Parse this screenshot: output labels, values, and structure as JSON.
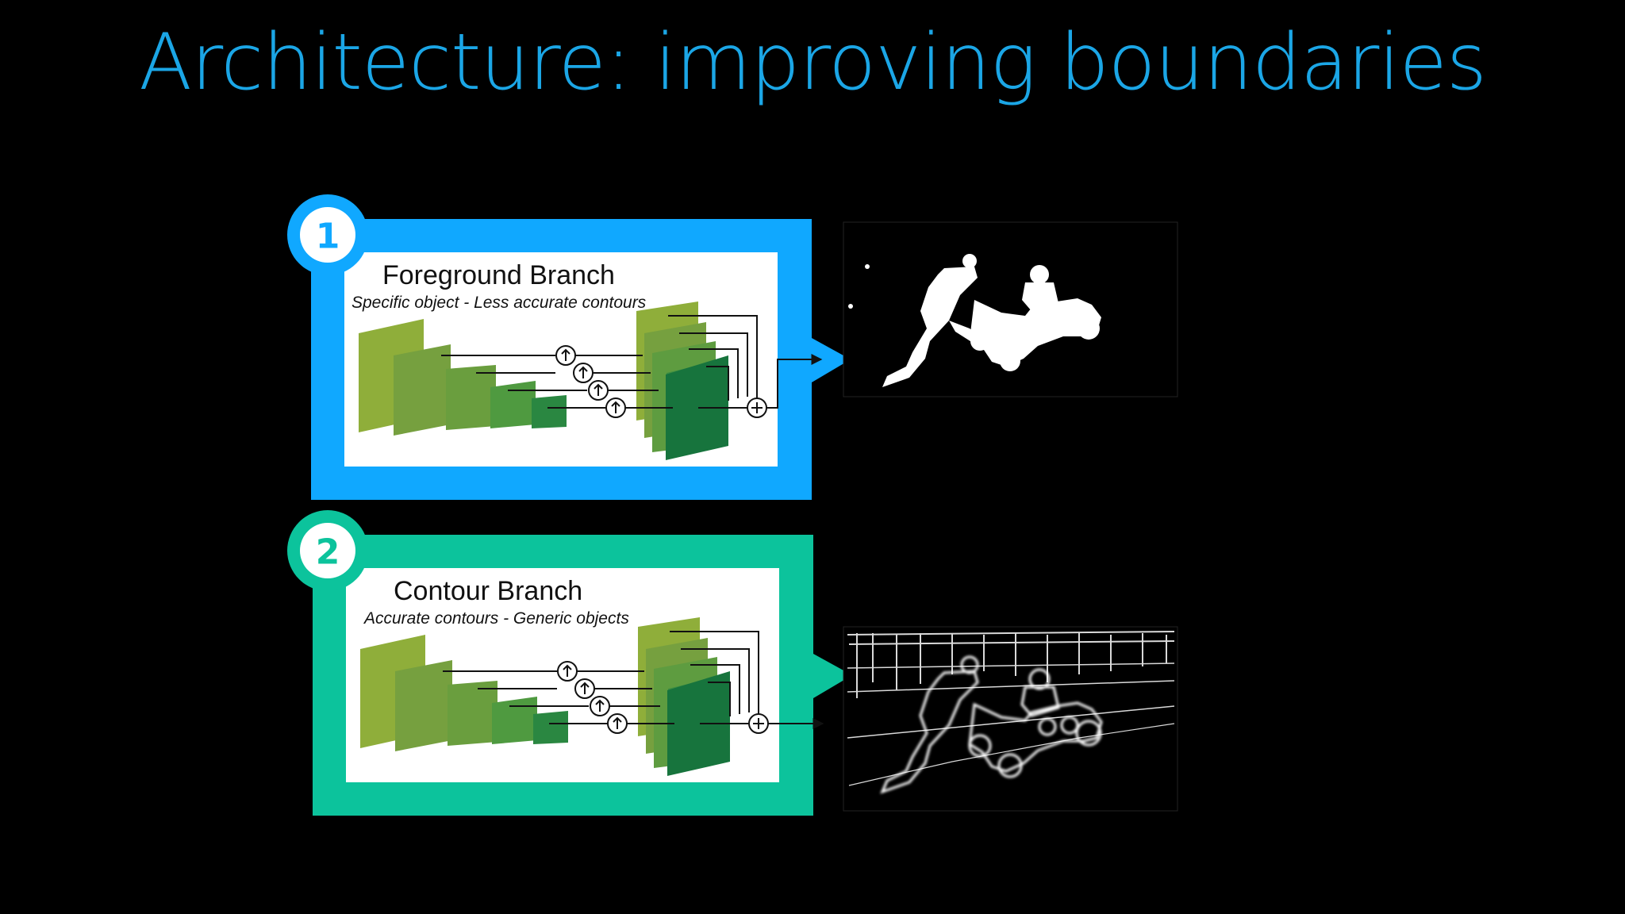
{
  "title": "Architecture: improving boundaries",
  "colors": {
    "background": "#000000",
    "title": "#1ba6e6",
    "branch1": "#10a8ff",
    "branch2": "#0cc39c",
    "block_light": "#8fae3a",
    "block_dark": "#17743d"
  },
  "branches": [
    {
      "number": "1",
      "title": "Foreground Branch",
      "subtitle": "Specific object - Less accurate contours",
      "output": "foreground mask"
    },
    {
      "number": "2",
      "title": "Contour Branch",
      "subtitle": "Accurate contours - Generic objects",
      "output": "contour map"
    }
  ]
}
